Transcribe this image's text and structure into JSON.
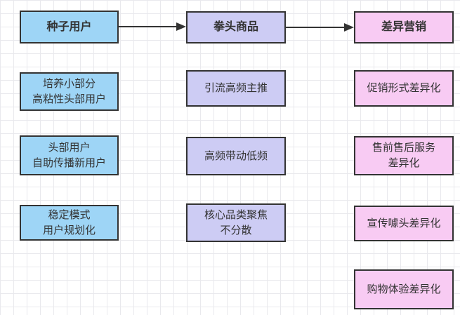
{
  "canvas": {
    "background_color": "#ffffff",
    "grid_color": "#e9e9ed",
    "shape_border_color": "#333333",
    "text_color": "#333333",
    "arrow_color": "#333333"
  },
  "columns": [
    {
      "key": "seed-users",
      "fill": "#9ed5f6",
      "header": "种子用户",
      "items": [
        "培养小部分\n高粘性头部用户",
        "头部用户\n自助传播新用户",
        "稳定模式\n用户规划化"
      ]
    },
    {
      "key": "flagship-products",
      "fill": "#cdccf4",
      "header": "拳头商品",
      "items": [
        "引流高频主推",
        "高频带动低频",
        "核心品类聚焦\n不分散"
      ]
    },
    {
      "key": "differentiated-marketing",
      "fill": "#f8cbf3",
      "header": "差异营销",
      "items": [
        "促销形式差异化",
        "售前售后服务\n差异化",
        "宣传噱头差异化",
        "购物体验差异化"
      ]
    }
  ],
  "connections": [
    {
      "from": "种子用户",
      "to": "拳头商品"
    },
    {
      "from": "拳头商品",
      "to": "差异营销"
    }
  ]
}
